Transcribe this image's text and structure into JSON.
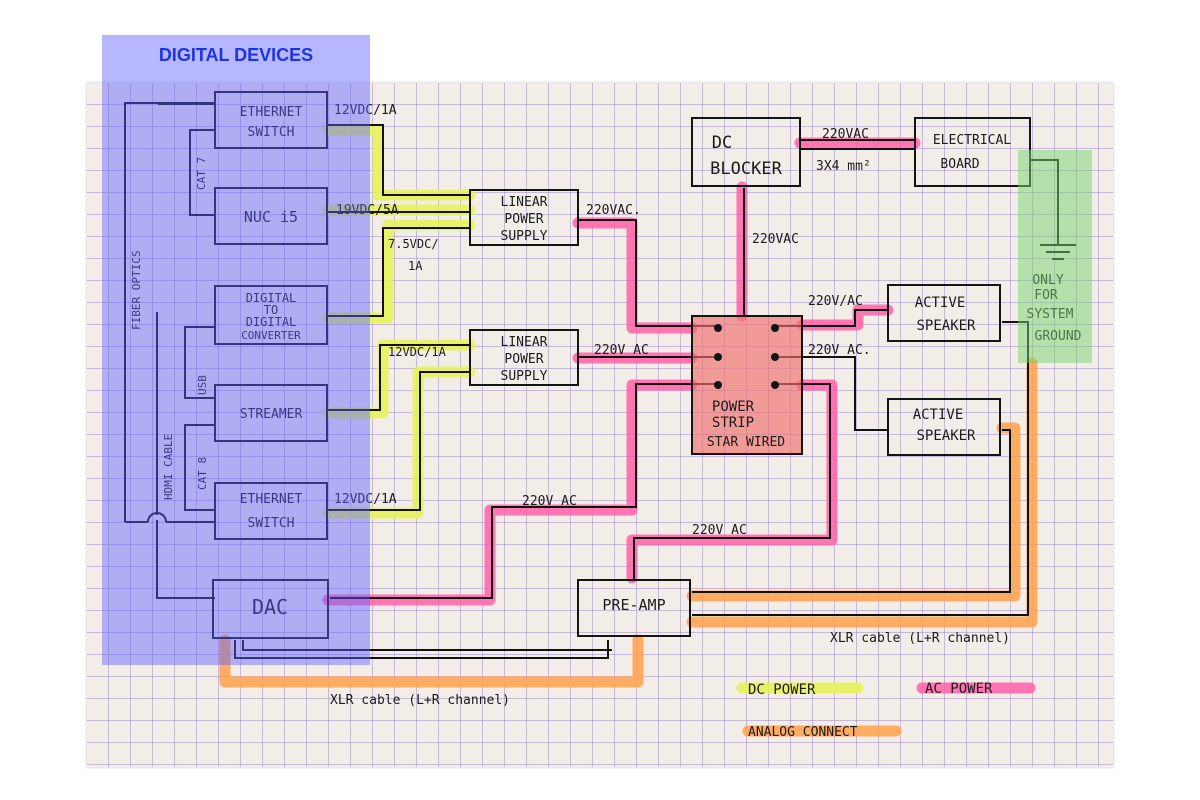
{
  "overlay": {
    "digital_title": "DIGITAL DEVICES"
  },
  "boxes": {
    "ethernet_switch_top": [
      "ETHERNET",
      "SWITCH"
    ],
    "nuc": [
      "NUC i5"
    ],
    "ddc": [
      "DIGITAL",
      "TO",
      "DIGITAL",
      "CONVERTER"
    ],
    "streamer": [
      "STREAMER"
    ],
    "ethernet_switch_bottom": [
      "ETHERNET",
      "SWITCH"
    ],
    "dac": [
      "DAC"
    ],
    "lps_top": [
      "LINEAR",
      "POWER",
      "SUPPLY"
    ],
    "lps_bottom": [
      "LINEAR",
      "POWER",
      "SUPPLY"
    ],
    "dc_blocker": [
      "DC",
      "BLOCKER"
    ],
    "electrical_board": [
      "ELECTRICAL",
      "BOARD"
    ],
    "power_strip": [
      "POWER",
      "STRIP",
      "STAR WIRED"
    ],
    "active_speaker_top": [
      "ACTIVE",
      "SPEAKER"
    ],
    "active_speaker_bottom": [
      "ACTIVE",
      "SPEAKER"
    ],
    "preamp": [
      "PRE-AMP"
    ],
    "ground_note": [
      "ONLY",
      "FOR",
      "SYSTEM",
      "GROUND"
    ]
  },
  "labels": {
    "v12_1a_top": "12VDC/1A",
    "v19_5a": "19VDC/5A",
    "v75_1a": [
      "7.5VDC/",
      "1A"
    ],
    "v12_1a_mid": "12VDC/1A",
    "v12_1a_bottom": "12VDC/1A",
    "ac_lps_top": "220VAC.",
    "ac_lps_bottom": "220V AC",
    "ac_blocker_board": "220VAC",
    "cable_size": "3X4 mm²",
    "ac_blocker_strip": "220VAC",
    "ac_speaker_top": "220V/AC",
    "ac_speaker_bottom": "220V AC.",
    "ac_dac": "220V AC",
    "ac_preamp": "220V AC",
    "cat7": "CAT 7",
    "usb": "USB",
    "cat8": "CAT 8",
    "hdmi": "HDMI CABLE",
    "fiber": "FIBER OPTICS",
    "xlr_right": "XLR cable (L+R channel)",
    "xlr_bottom": "XLR cable (L+R channel)"
  },
  "legend": {
    "dc_power": "DC POWER",
    "ac_power": "AC POWER",
    "analog": "ANALOG CONNECT"
  },
  "colors": {
    "dc_power": "#e6f25a",
    "ac_power": "#ff5fa8",
    "analog": "#ffa04a",
    "digital_overlay": "#6060ff",
    "ground_overlay": "#78d26e"
  }
}
